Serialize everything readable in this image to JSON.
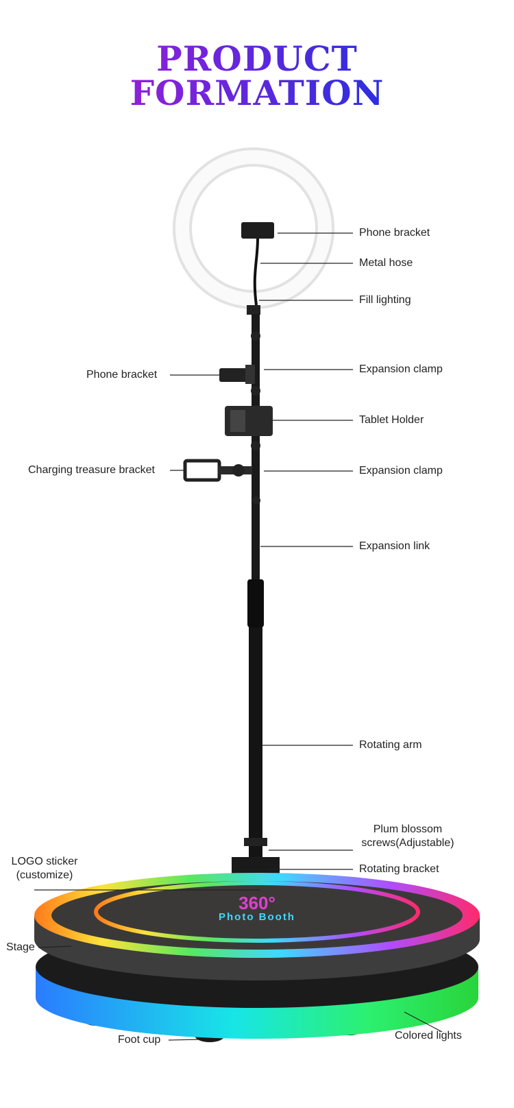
{
  "title": {
    "line1": "PRODUCT",
    "line2": "FORMATION"
  },
  "labels": {
    "phone_bracket_top": "Phone bracket",
    "metal_hose": "Metal hose",
    "fill_lighting": "Fill lighting",
    "phone_bracket_left": "Phone bracket",
    "expansion_clamp_1": "Expansion clamp",
    "tablet_holder": "Tablet Holder",
    "charging_treasure_bracket": "Charging treasure bracket",
    "expansion_clamp_2": "Expansion clamp",
    "expansion_link": "Expansion link",
    "rotating_arm": "Rotating arm",
    "plum_blossom_1": "Plum blossom",
    "plum_blossom_2": "screws(Adjustable)",
    "rotating_bracket": "Rotating bracket",
    "logo_sticker_1": "LOGO sticker",
    "logo_sticker_2": "(customize)",
    "stage": "Stage",
    "foot_cup": "Foot cup",
    "colored_lights": "Colored lights"
  },
  "stage_logo": {
    "number": "360°",
    "text": "Photo Booth"
  }
}
